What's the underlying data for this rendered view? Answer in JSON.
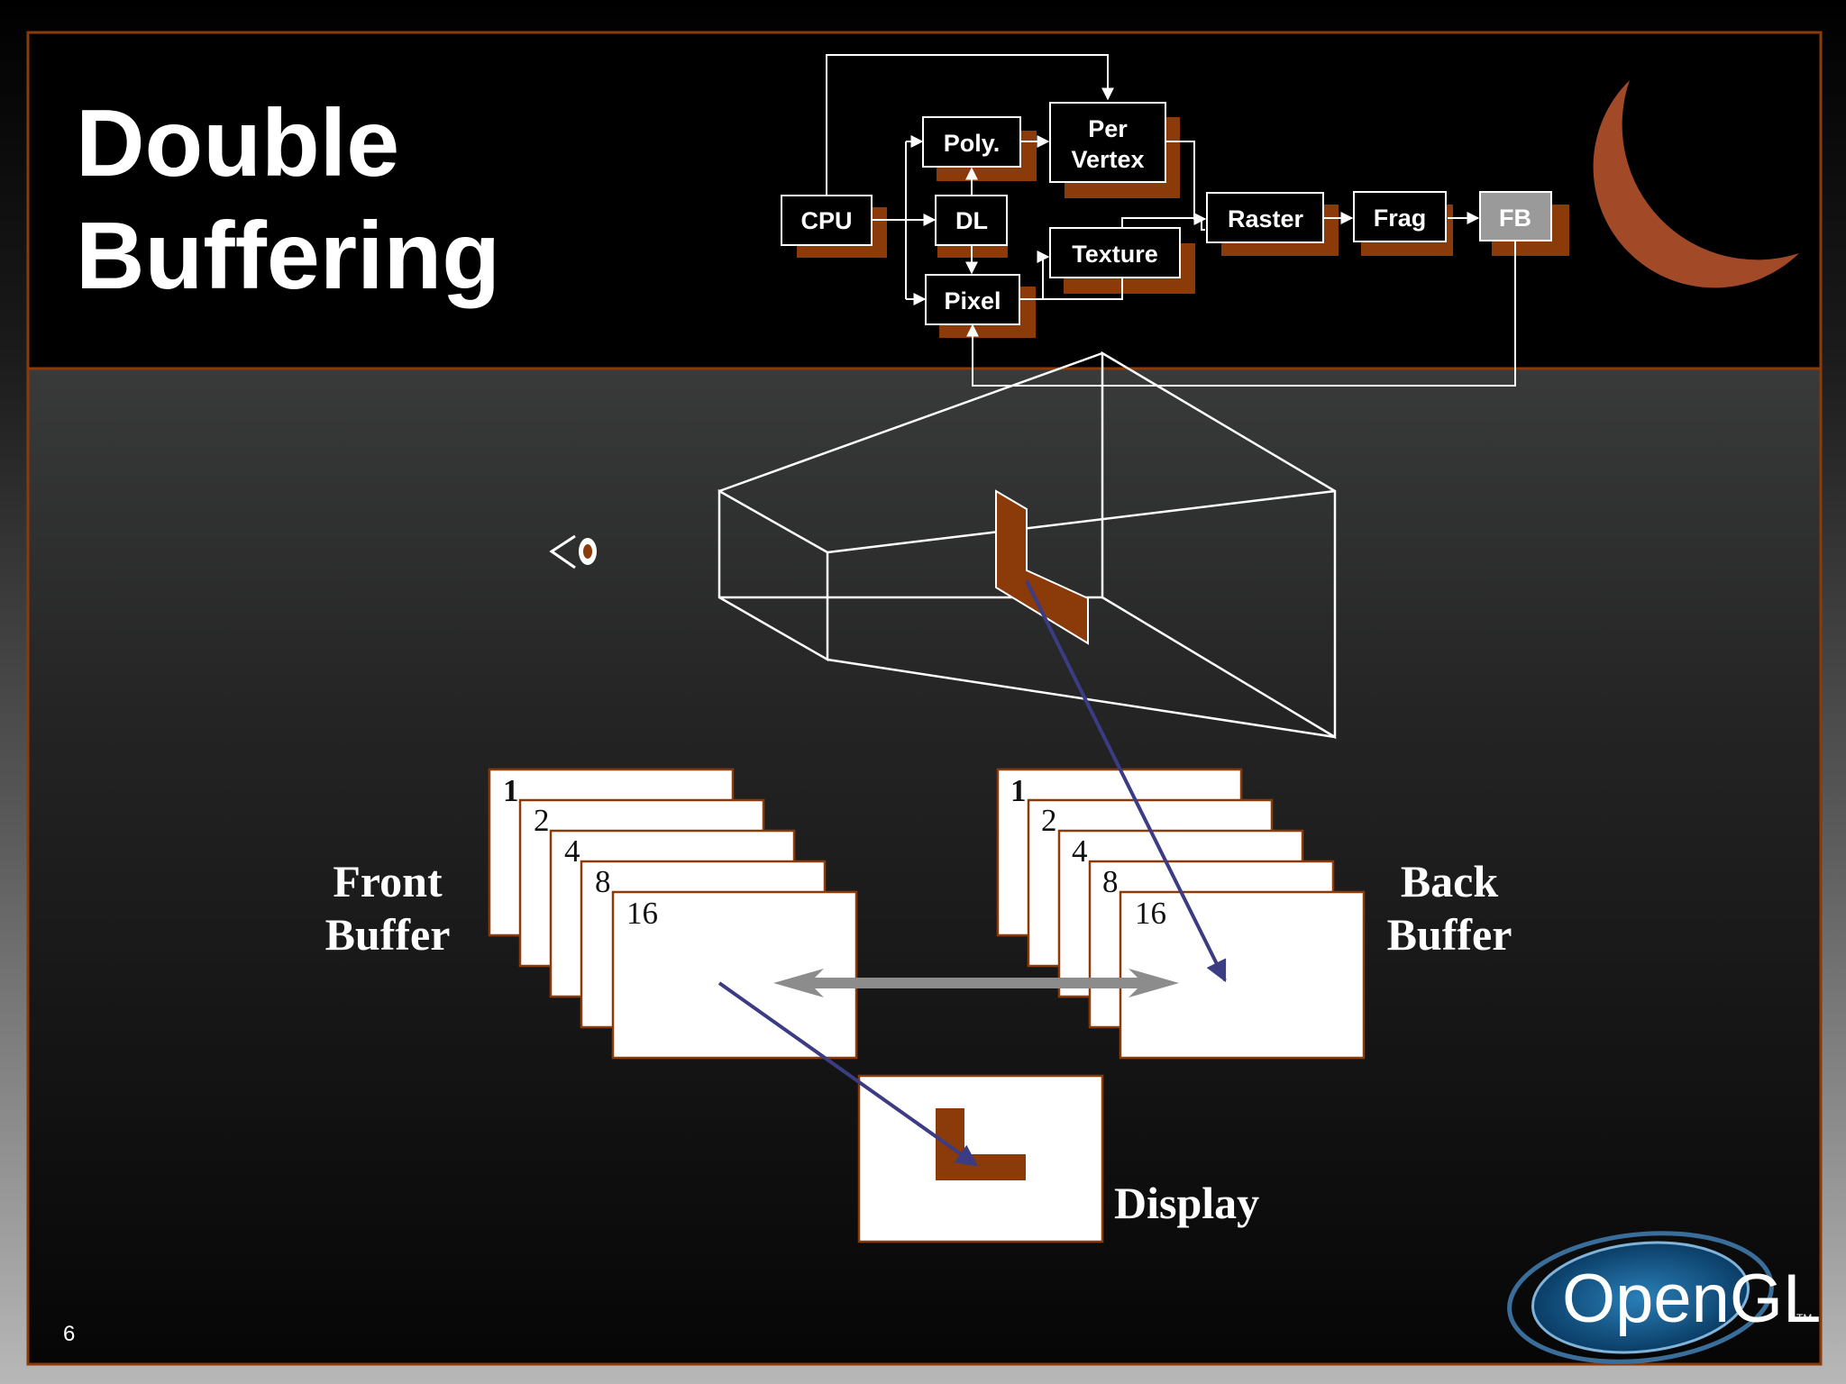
{
  "slide": {
    "title_line1": "Double",
    "title_line2": "Buffering",
    "page_number": "6"
  },
  "pipeline": {
    "cpu": "CPU",
    "dl": "DL",
    "poly": "Poly.",
    "per_vertex_line1": "Per",
    "per_vertex_line2": "Vertex",
    "texture": "Texture",
    "pixel": "Pixel",
    "raster": "Raster",
    "frag": "Frag",
    "fb": "FB"
  },
  "buffers": {
    "front_line1": "Front",
    "front_line2": "Buffer",
    "back_line1": "Back",
    "back_line2": "Buffer",
    "display": "Display",
    "bit_planes": [
      "1",
      "2",
      "4",
      "8",
      "16"
    ]
  },
  "logo": {
    "text": "OpenGL",
    "tm": "TM"
  },
  "colors": {
    "accent_brown": "#8b3a0a",
    "moon": "#a24a28",
    "projection_line": "#3c3c84",
    "swap_arrow": "#8c8c8c",
    "fb_box": "#9a9a9a"
  }
}
